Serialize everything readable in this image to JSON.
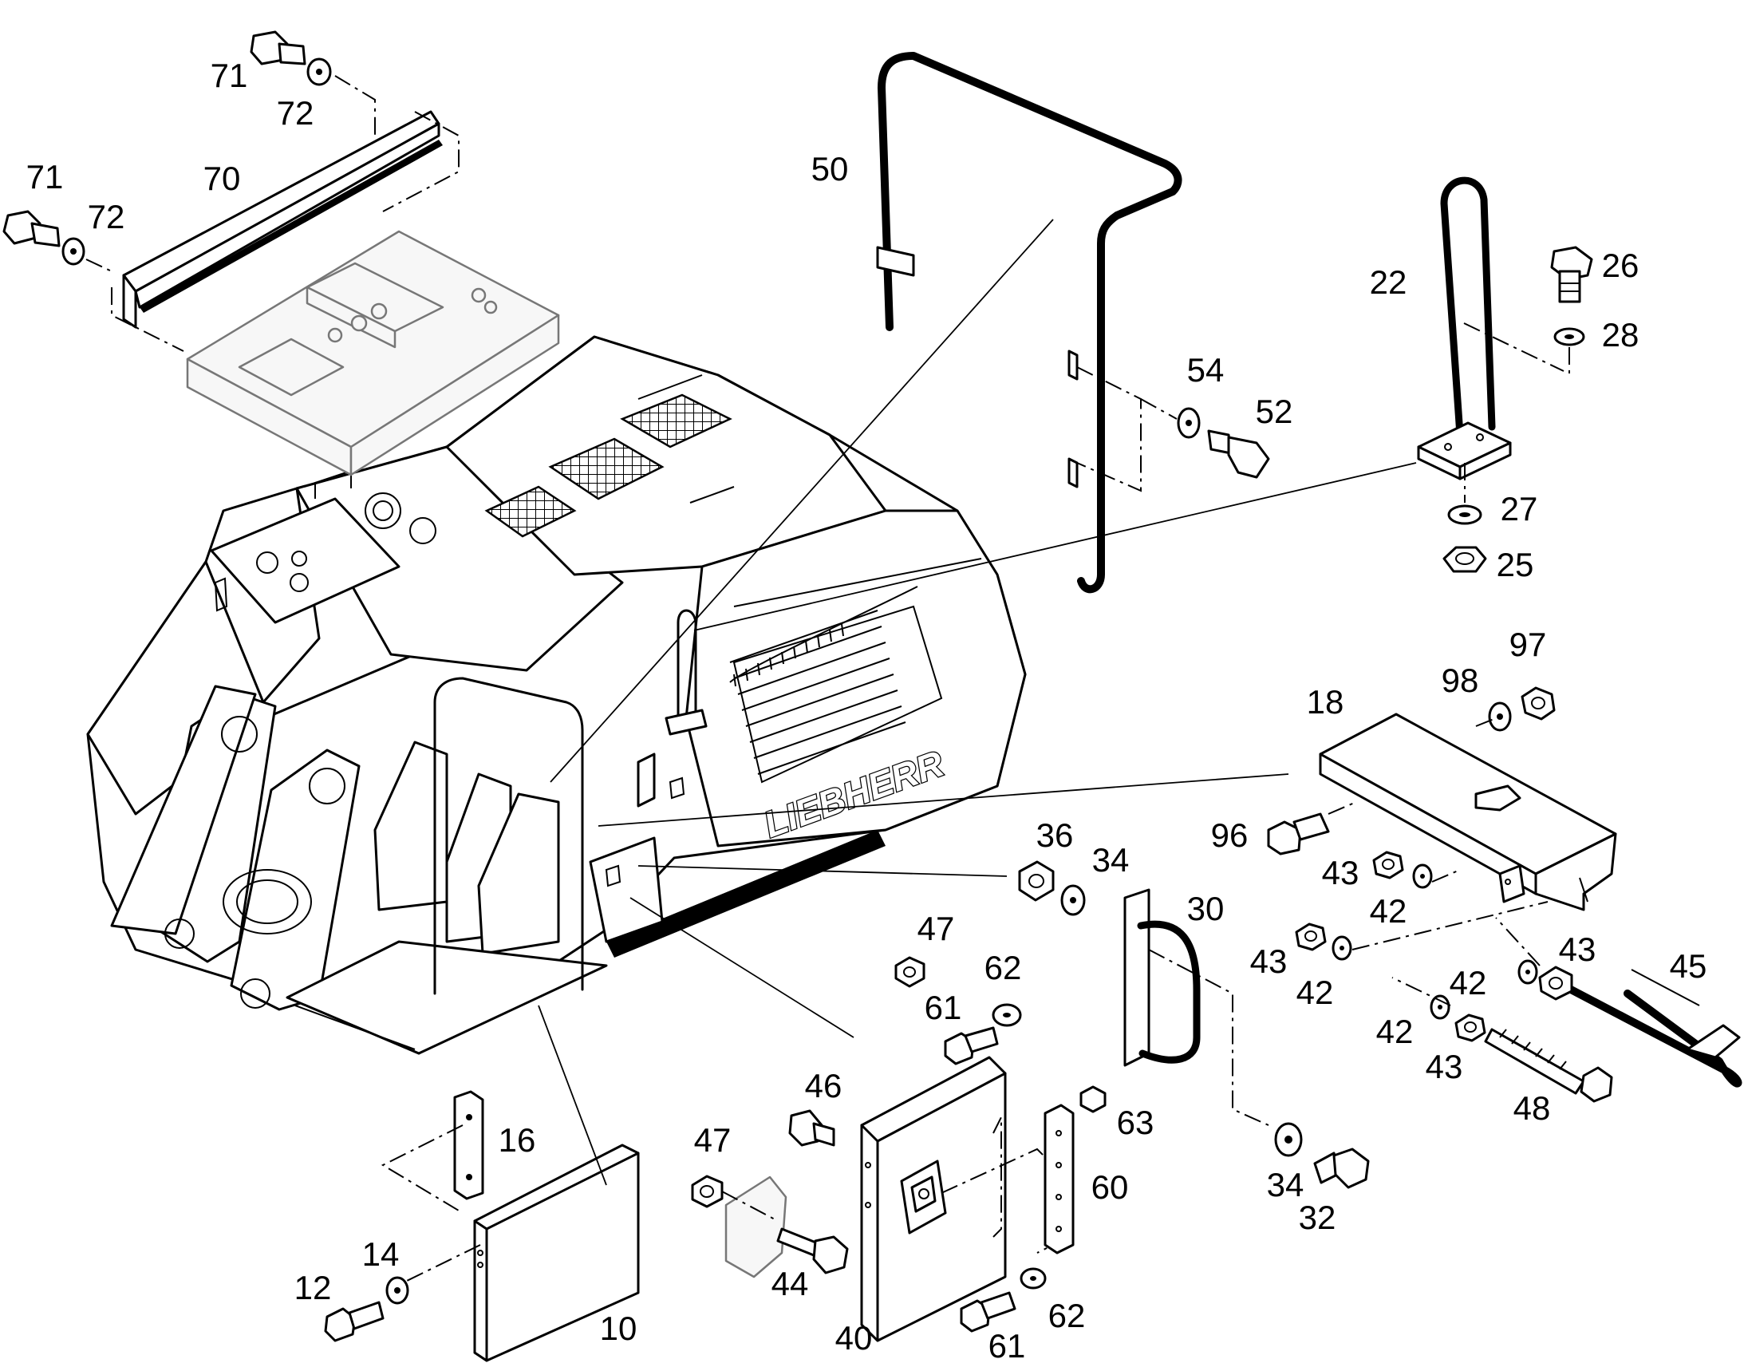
{
  "brand_text": "LIEBHERR",
  "callouts": [
    {
      "id": "c71a",
      "text": "71"
    },
    {
      "id": "c72a",
      "text": "72"
    },
    {
      "id": "c71b",
      "text": "71"
    },
    {
      "id": "c72b",
      "text": "72"
    },
    {
      "id": "c70",
      "text": "70"
    },
    {
      "id": "c50",
      "text": "50"
    },
    {
      "id": "c22",
      "text": "22"
    },
    {
      "id": "c26",
      "text": "26"
    },
    {
      "id": "c28",
      "text": "28"
    },
    {
      "id": "c54",
      "text": "54"
    },
    {
      "id": "c52",
      "text": "52"
    },
    {
      "id": "c27",
      "text": "27"
    },
    {
      "id": "c25",
      "text": "25"
    },
    {
      "id": "c97",
      "text": "97"
    },
    {
      "id": "c98",
      "text": "98"
    },
    {
      "id": "c18",
      "text": "18"
    },
    {
      "id": "c96",
      "text": "96"
    },
    {
      "id": "c36",
      "text": "36"
    },
    {
      "id": "c34a",
      "text": "34"
    },
    {
      "id": "c30",
      "text": "30"
    },
    {
      "id": "c43a",
      "text": "43"
    },
    {
      "id": "c42a",
      "text": "42"
    },
    {
      "id": "c47a",
      "text": "47"
    },
    {
      "id": "c62a",
      "text": "62"
    },
    {
      "id": "c61a",
      "text": "61"
    },
    {
      "id": "c43b",
      "text": "43"
    },
    {
      "id": "c42b",
      "text": "42"
    },
    {
      "id": "c43c",
      "text": "43"
    },
    {
      "id": "c42c",
      "text": "42"
    },
    {
      "id": "c45",
      "text": "45"
    },
    {
      "id": "c42d",
      "text": "42"
    },
    {
      "id": "c43d",
      "text": "43"
    },
    {
      "id": "c48",
      "text": "48"
    },
    {
      "id": "c46",
      "text": "46"
    },
    {
      "id": "c63",
      "text": "63"
    },
    {
      "id": "c16",
      "text": "16"
    },
    {
      "id": "c47b",
      "text": "47"
    },
    {
      "id": "c60",
      "text": "60"
    },
    {
      "id": "c34b",
      "text": "34"
    },
    {
      "id": "c32",
      "text": "32"
    },
    {
      "id": "c14",
      "text": "14"
    },
    {
      "id": "c12",
      "text": "12"
    },
    {
      "id": "c10",
      "text": "10"
    },
    {
      "id": "c44",
      "text": "44"
    },
    {
      "id": "c62b",
      "text": "62"
    },
    {
      "id": "c40",
      "text": "40"
    },
    {
      "id": "c61b",
      "text": "61"
    }
  ]
}
